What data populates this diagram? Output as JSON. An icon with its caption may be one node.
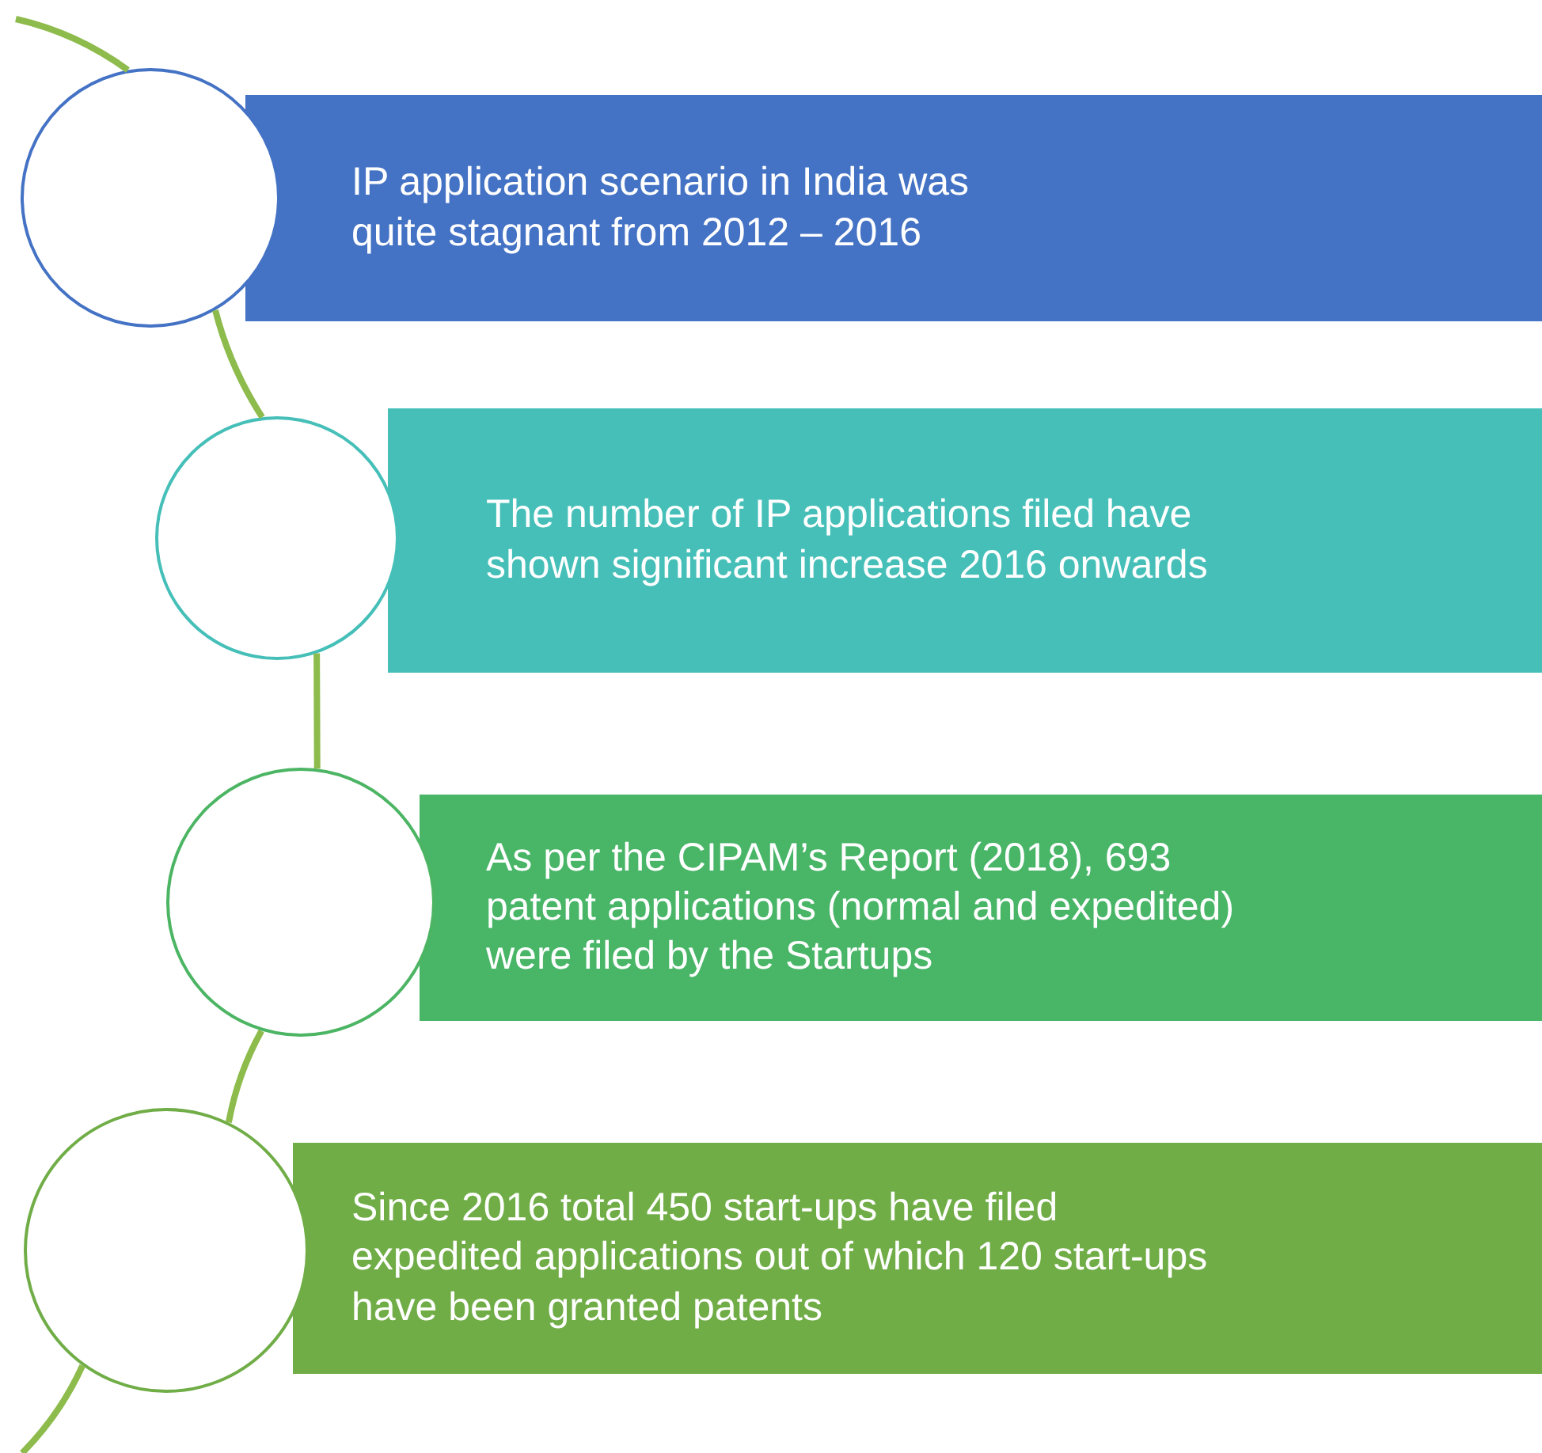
{
  "diagram": {
    "nodes": [
      {
        "text": [],
        "shape": "circle"
      },
      {
        "text": [
          "IP application scenario in India was quite stagnant from 2012 – 2016"
        ]
      },
      {
        "text": [],
        "shape": "circle"
      },
      {
        "text": [
          "The number of IP applications filed have shown significant increase 2016 onwards"
        ]
      },
      {
        "text": [],
        "shape": "circle"
      },
      {
        "text": [
          "As per the CIPAM’s Report (2018), 693 patent applications (normal and expedited) were filed by the Startups"
        ]
      },
      {
        "text": [],
        "shape": "circle"
      },
      {
        "text": [
          "Since 2016 total 450 start-ups have filed expedited applications out of which 120 start-ups have been granted patents"
        ]
      }
    ],
    "edges": [
      {
        "from": null,
        "to": 0,
        "arrow": "none"
      },
      {
        "from": 0,
        "to": 2,
        "arrow": "none"
      },
      {
        "from": 2,
        "to": 4,
        "arrow": "none"
      },
      {
        "from": 4,
        "to": 6,
        "arrow": "none"
      },
      {
        "from": 6,
        "to": null,
        "arrow": "none"
      }
    ]
  }
}
